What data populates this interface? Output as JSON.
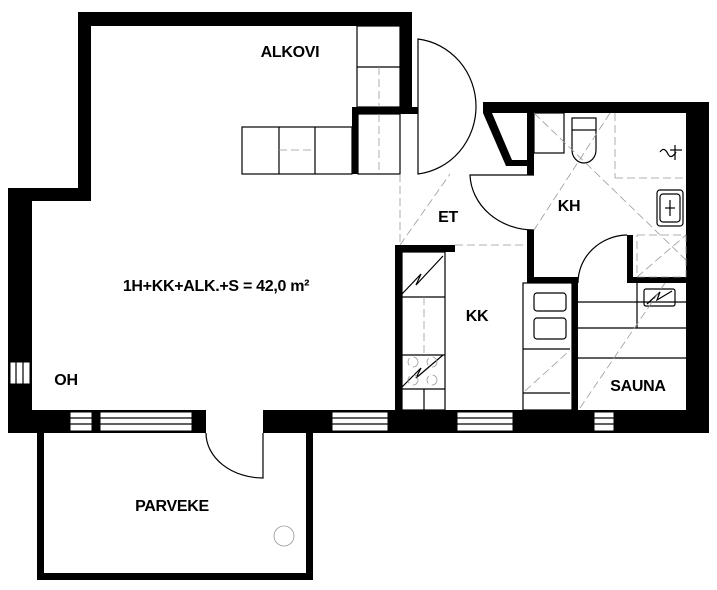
{
  "plan": {
    "summary": "1H+KK+ALK.+S = 42,0 m²",
    "rooms": {
      "alkovi": "ALKOVI",
      "et": "ET",
      "kh": "KH",
      "kk": "KK",
      "oh": "OH",
      "sauna": "SAUNA",
      "parveke": "PARVEKE"
    }
  }
}
